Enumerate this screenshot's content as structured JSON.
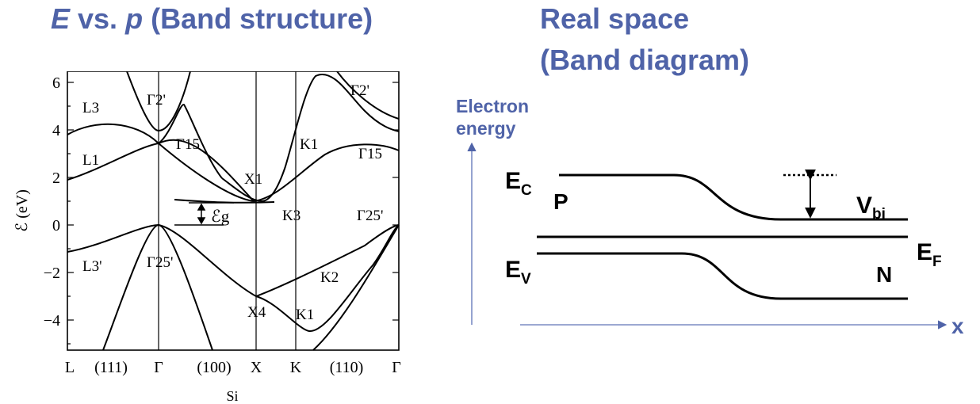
{
  "left_title": {
    "e": "E",
    "vs": " vs. ",
    "p": "p",
    "rest": " (Band structure)"
  },
  "right_title": {
    "line1": "Real space",
    "line2": "(Band diagram)"
  },
  "band_structure": {
    "y_axis_label": "ℰ (eV)",
    "y_ticks": [
      "6",
      "4",
      "2",
      "0",
      "−2",
      "−4"
    ],
    "x_ticks": [
      "L",
      "(111)",
      "Γ",
      "(100)",
      "X",
      "K",
      "(110)",
      "Γ"
    ],
    "material": "Si",
    "gap_label": "ℰg",
    "labels": {
      "L3": "L3",
      "L1": "L1",
      "L3p": "L3'",
      "G2p_left": "Γ2'",
      "G15_left": "Γ15",
      "G25p_mid": "Γ25'",
      "X1": "X1",
      "X4": "X4",
      "K1_upper": "K1",
      "K3": "K3",
      "K2": "K2",
      "K1_lower": "K1",
      "G2p_right": "Γ2'",
      "G15_right": "Γ15",
      "G25p_right": "Γ25'"
    }
  },
  "band_diagram": {
    "y_axis_label_1": "Electron",
    "y_axis_label_2": "energy",
    "x_axis_label": "x",
    "ec": "E",
    "ec_sub": "C",
    "ev": "E",
    "ev_sub": "V",
    "ef": "E",
    "ef_sub": "F",
    "p_region": "P",
    "n_region": "N",
    "vbi": "V",
    "vbi_sub": "bi"
  },
  "colors": {
    "title": "#4f63a8",
    "axis": "#7b8cc4"
  }
}
